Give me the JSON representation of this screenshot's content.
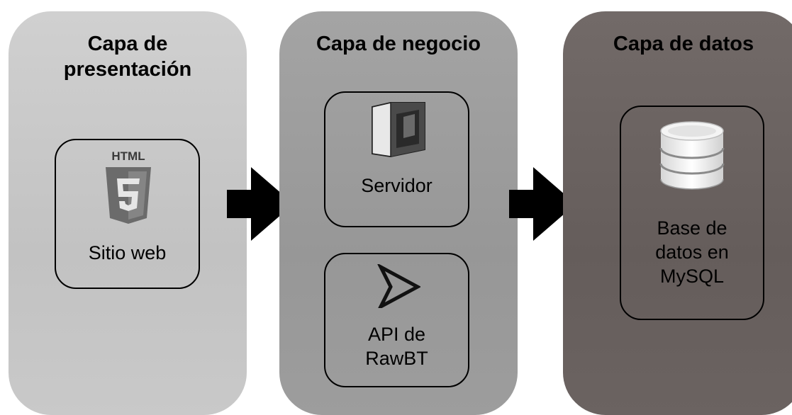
{
  "panels": {
    "presentation": {
      "title_line1": "Capa de",
      "title_line2": "presentación",
      "color": "#c8c8c8",
      "box": {
        "icon_text": "HTML",
        "icon_number": "5",
        "label": "Sitio web"
      }
    },
    "business": {
      "title": "Capa de negocio",
      "color": "#9b9b9b",
      "server_box": {
        "label": "Servidor"
      },
      "api_box": {
        "label_line1": "API de",
        "label_line2": "RawBT"
      }
    },
    "data": {
      "title": "Capa de datos",
      "color": "#6a6260",
      "box": {
        "label_line1": "Base de",
        "label_line2": "datos en",
        "label_line3": "MySQL"
      }
    }
  },
  "icons": [
    "html5-icon",
    "server-icon",
    "send-arrow-icon",
    "database-icon",
    "flow-arrow-icon"
  ]
}
